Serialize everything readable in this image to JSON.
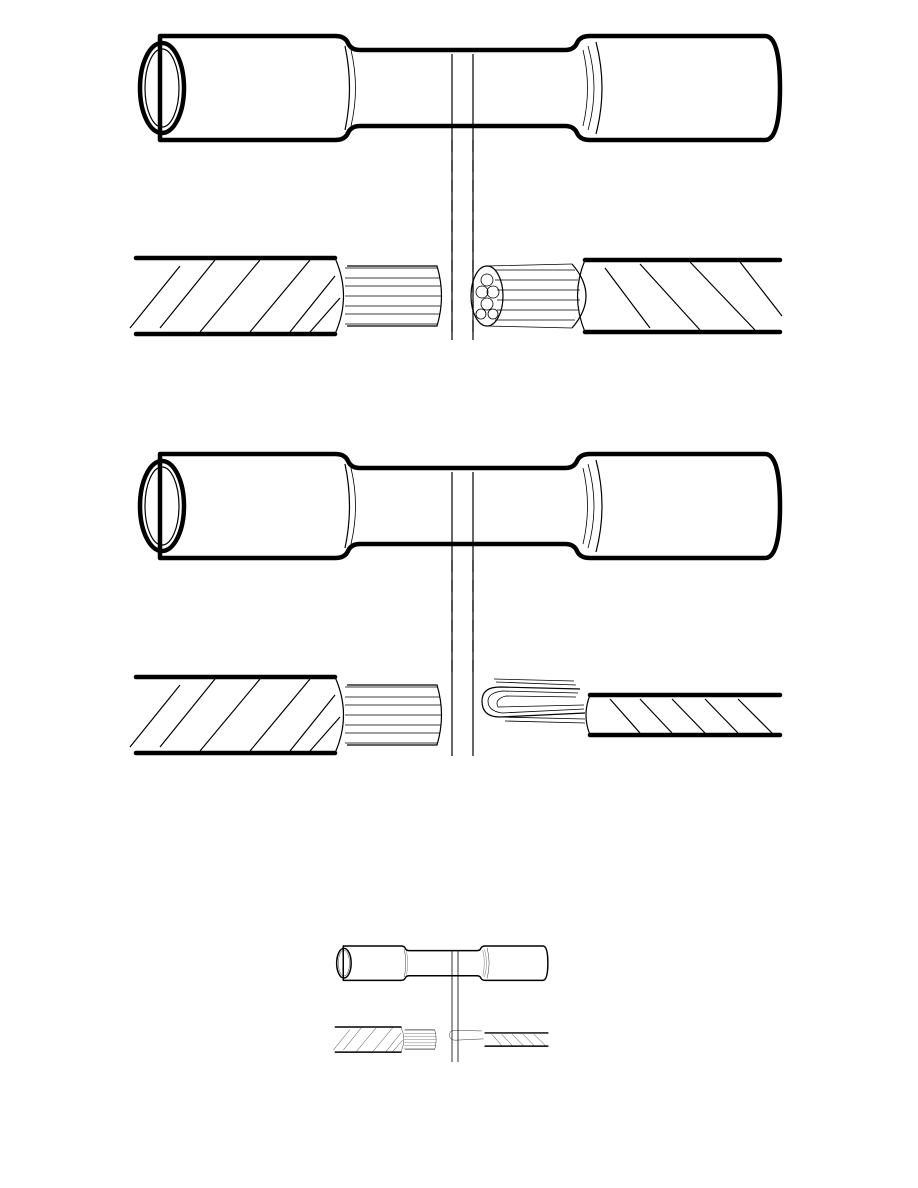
{
  "diagram": {
    "kind": "butt-splice-connector-illustration",
    "colors": {
      "ink": "#000000",
      "background": "#ffffff"
    },
    "panels": [
      {
        "name": "panel-1",
        "parts": [
          "splice-connector",
          "wire-pair-stripped"
        ]
      },
      {
        "name": "panel-2",
        "parts": [
          "splice-connector",
          "wire-pair-folded"
        ]
      },
      {
        "name": "panel-3",
        "parts": [
          "splice-connector-thumbnail",
          "wire-pair-thumbnail"
        ]
      }
    ]
  }
}
